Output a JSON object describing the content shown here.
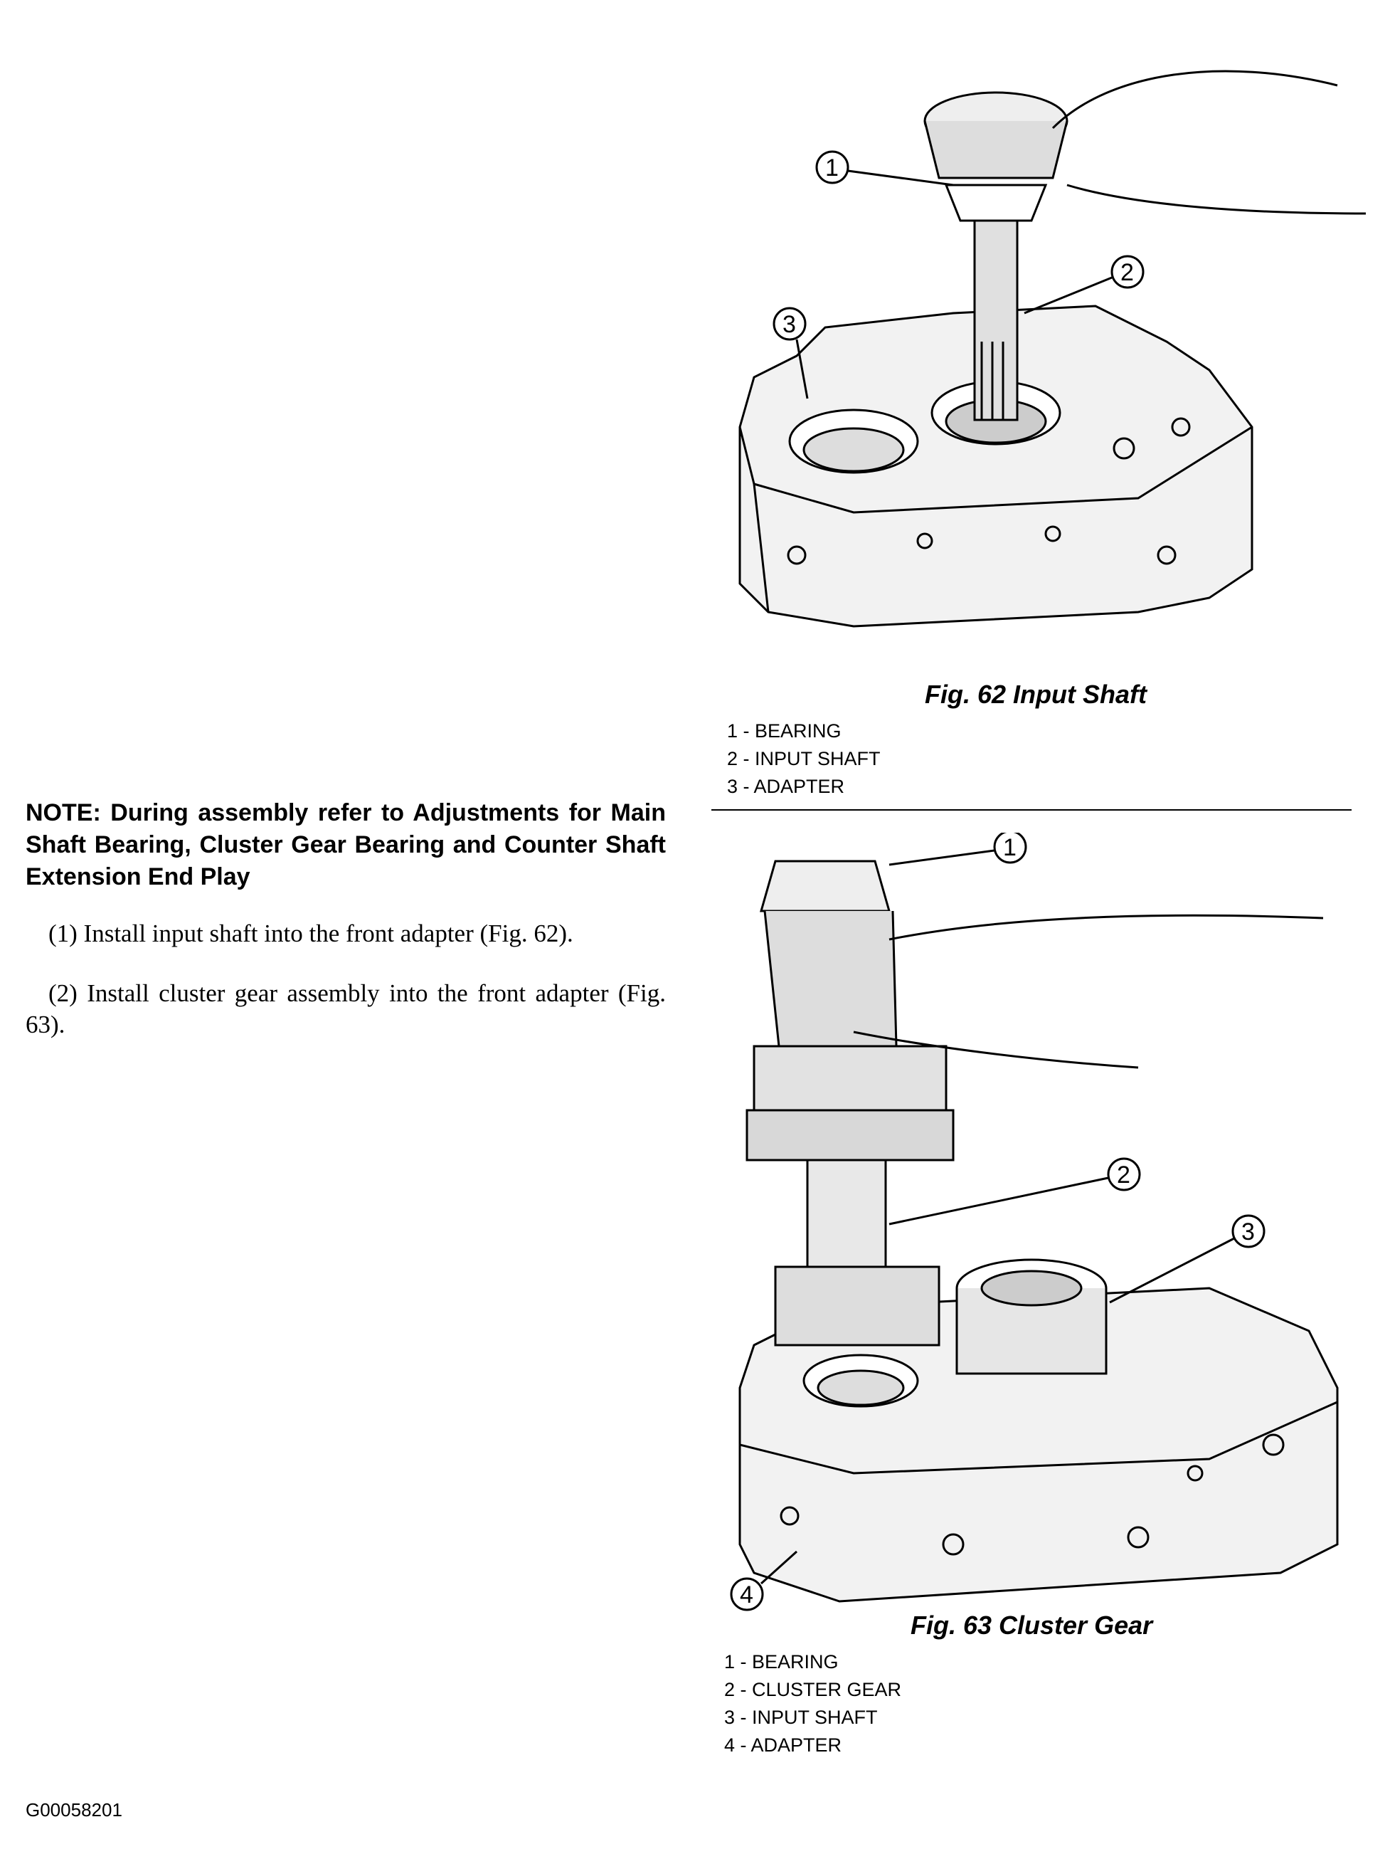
{
  "note": "NOTE: During assembly refer to Adjustments for Main Shaft Bearing, Cluster Gear Bearing and Counter Shaft Extension End Play",
  "steps": [
    "(1) Install input shaft into the front adapter (Fig. 62).",
    "(2) Install cluster gear assembly into the front adapter (Fig. 63)."
  ],
  "fig62": {
    "caption": "Fig. 62 Input Shaft",
    "callouts": [
      "1",
      "2",
      "3"
    ],
    "legend": [
      "1 - BEARING",
      "2 - INPUT SHAFT",
      "3 - ADAPTER"
    ]
  },
  "fig63": {
    "caption": "Fig. 63 Cluster Gear",
    "callouts": [
      "1",
      "2",
      "3",
      "4"
    ],
    "legend": [
      "1 - BEARING",
      "2 - CLUSTER GEAR",
      "3 - INPUT SHAFT",
      "4 - ADAPTER"
    ]
  },
  "image_code": "G00058201"
}
